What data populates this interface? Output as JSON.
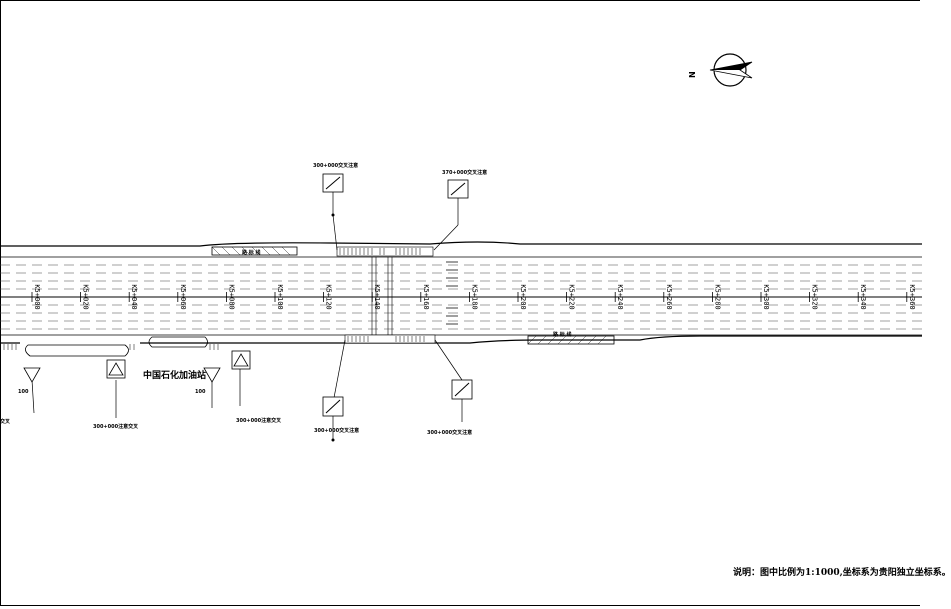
{
  "north_label": "N",
  "note": "说明：图中比例为1:1000,坐标系为贵阳独立坐标系。",
  "place_label": "中国石化加油站",
  "sign_labels": {
    "top_left": "300+000交叉注意",
    "top_right": "370+000交叉注意",
    "bottom_left": "300+000交叉注意",
    "bottom_right": "300+000交叉注意",
    "lower_left_edge": "交叉",
    "lower_mid_1": "300+000注意交叉",
    "lower_mid_2": "300+000注意交叉"
  },
  "small_codes": [
    "100",
    "100"
  ],
  "stations": [
    "K5+000",
    "K5+020",
    "K5+040",
    "K5+060",
    "K5+080",
    "K5+100",
    "K5+120",
    "K5+140",
    "K5+160",
    "K5+180",
    "K5+200",
    "K5+220",
    "K5+240",
    "K5+260",
    "K5+280",
    "K5+300",
    "K5+320",
    "K5+340",
    "K5+360"
  ],
  "road_text": [
    "路 标 线",
    "路 标 线"
  ]
}
